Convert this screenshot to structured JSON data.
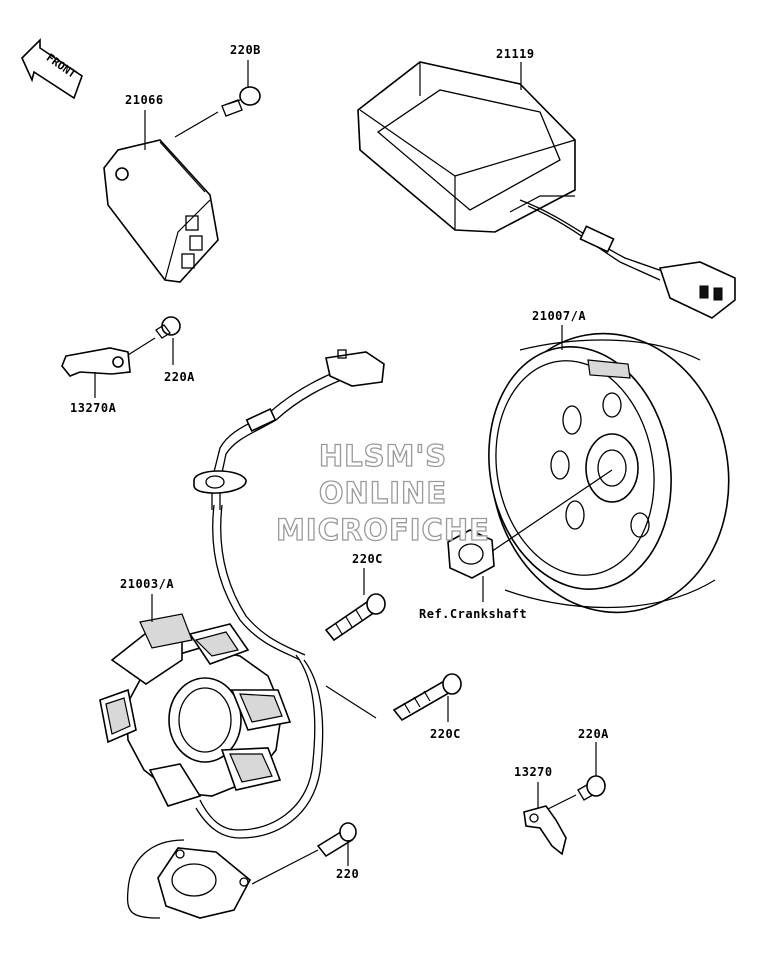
{
  "labels": {
    "front": "FRONT",
    "p220B": "220B",
    "p21066": "21066",
    "p21119": "21119",
    "p21007A": "21007/A",
    "p220A_top": "220A",
    "p13270A": "13270A",
    "p220C_upper": "220C",
    "p21003A": "21003/A",
    "ref_crankshaft": "Ref.Crankshaft",
    "p220C_lower": "220C",
    "p220A_bottom": "220A",
    "p13270": "13270",
    "p220": "220"
  },
  "watermark": {
    "line1": "HLSM'S",
    "line2": "ONLINE",
    "line3": "MICROFICHE"
  }
}
